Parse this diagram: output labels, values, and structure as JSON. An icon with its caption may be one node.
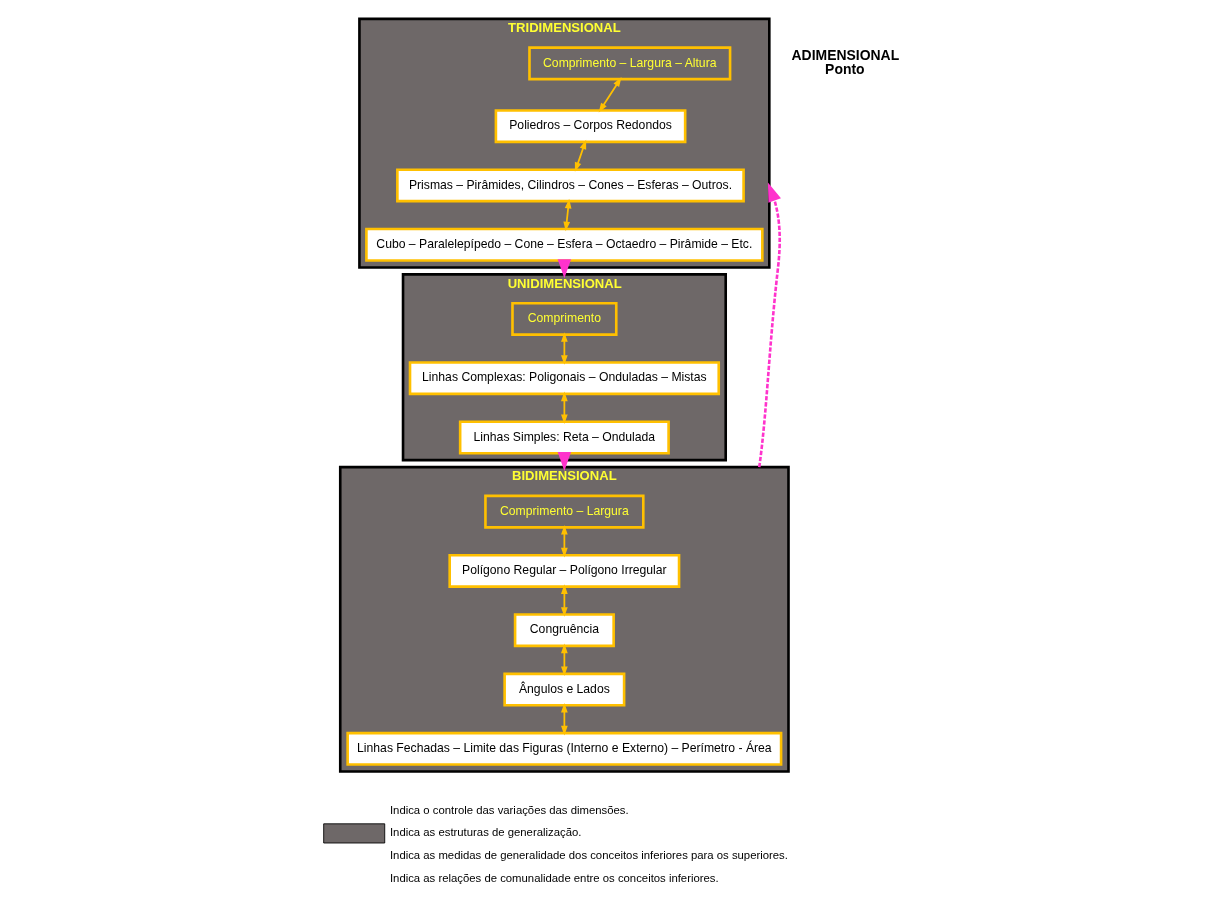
{
  "diagram": {
    "nodes": [
      {
        "text": [
          "TRIDIMENSIONAL"
        ]
      },
      {
        "text": [
          "Comprimento – Largura – Altura"
        ],
        "in": 0
      },
      {
        "text": [
          "Poliedros – Corpos Redondos"
        ],
        "in": 0
      },
      {
        "text": [
          "Prismas – Pirâmides, Cilindros – Cones – Esferas – Outros."
        ],
        "in": 0
      },
      {
        "text": [
          "Cubo – Paralelepípedo – Cone – Esfera – Octaedro – Pirâmide – Etc."
        ],
        "in": 0
      },
      {
        "text": [
          "UNIDIMENSIONAL"
        ]
      },
      {
        "text": [
          "Comprimento"
        ],
        "in": 5
      },
      {
        "text": [
          "Linhas Complexas: Poligonais – Onduladas – Mistas"
        ],
        "in": 5
      },
      {
        "text": [
          "Linhas Simples: Reta – Ondulada"
        ],
        "in": 5
      },
      {
        "text": [
          "BIDIMENSIONAL"
        ]
      },
      {
        "text": [
          "Comprimento – Largura"
        ],
        "in": 9
      },
      {
        "text": [
          "Polígono Regular – Polígono Irregular"
        ],
        "in": 9
      },
      {
        "text": [
          "Congruência"
        ],
        "in": 9
      },
      {
        "text": [
          "Ângulos e Lados"
        ],
        "in": 9
      },
      {
        "text": [
          "Linhas Fechadas – Limite das Figuras (Interno e Externo) – Perímetro - Área"
        ],
        "in": 9
      }
    ],
    "edges": [
      {
        "from": 1,
        "to": 2,
        "arrow": "both"
      },
      {
        "from": 2,
        "to": 3,
        "arrow": "both"
      },
      {
        "from": 3,
        "to": 4,
        "arrow": "both"
      },
      {
        "from": 6,
        "to": 7,
        "arrow": "both"
      },
      {
        "from": 7,
        "to": 8,
        "arrow": "both"
      },
      {
        "from": 10,
        "to": 11,
        "arrow": "both"
      },
      {
        "from": 11,
        "to": 12,
        "arrow": "both"
      },
      {
        "from": 12,
        "to": 13,
        "arrow": "both"
      },
      {
        "from": 13,
        "to": 14,
        "arrow": "both"
      },
      {
        "from": 0,
        "to": 5,
        "arrow": "to",
        "style": "dashed",
        "color": "#ff33cc"
      },
      {
        "from": 5,
        "to": 9,
        "arrow": "to",
        "style": "dashed",
        "color": "#ff33cc"
      },
      {
        "from": 9,
        "to": 0,
        "arrow": "to",
        "style": "dashed",
        "color": "#ff33cc"
      }
    ],
    "labels": [
      "ADIMENSIONAL",
      "Ponto"
    ],
    "legend": [
      {
        "text": "Indica o controle das variações das dimensões."
      },
      {
        "text": "Indica as estruturas de generalização.",
        "color": "#6e6868"
      },
      {
        "text": "Indica as medidas de generalidade dos conceitos inferiores para os superiores."
      },
      {
        "text": "Indica as relações de comunalidade entre os conceitos inferiores."
      }
    ]
  }
}
